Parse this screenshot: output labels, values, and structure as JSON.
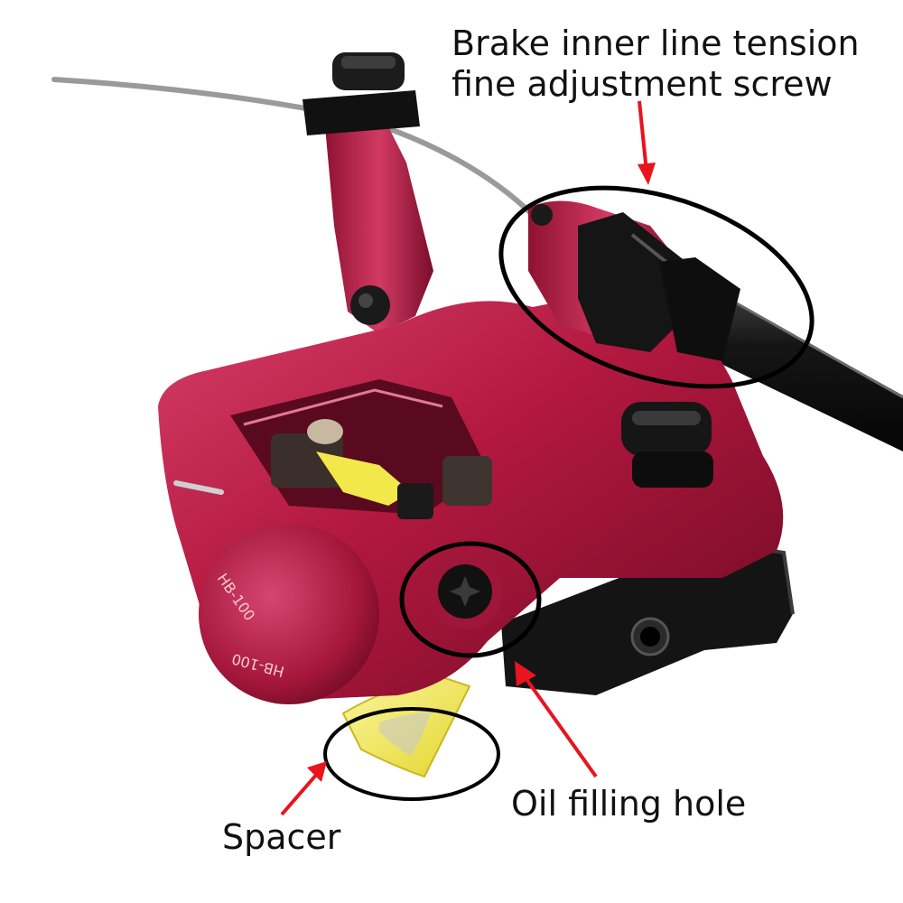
{
  "annotations": {
    "screw_line1": "Brake inner line tension",
    "screw_line2": "fine adjustment screw",
    "oil_hole": "Oil filling hole",
    "spacer": "Spacer"
  },
  "caliper": {
    "model_marking_top": "HB-100",
    "model_marking_bottom": "HB-100"
  },
  "colors": {
    "caliper_body": "#b3183f",
    "caliper_highlight": "#e0547c",
    "caliper_shadow": "#6e0a24",
    "bracket": "#141414",
    "spacer": "#f2e84a",
    "arrow": "#e8141e",
    "callout_ellipse": "#000000",
    "background": "#ffffff"
  }
}
